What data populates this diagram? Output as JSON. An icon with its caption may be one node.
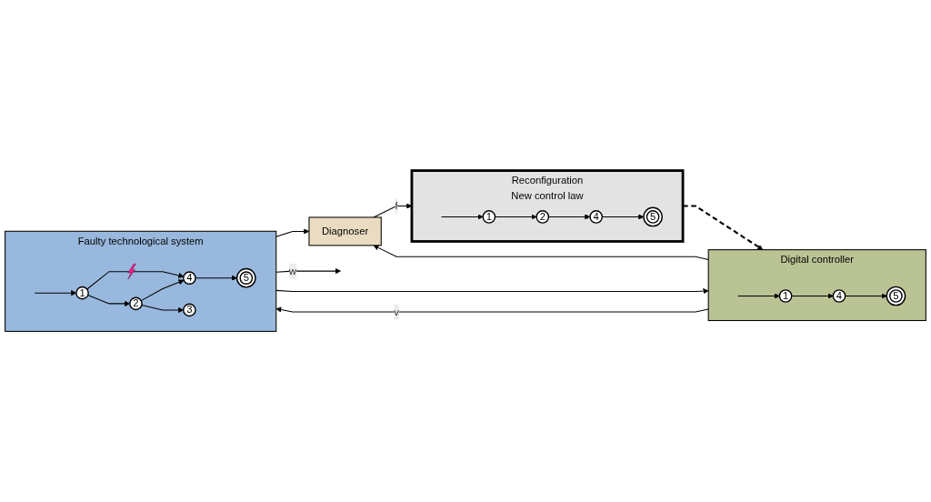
{
  "diagram": {
    "nodes": [
      {
        "text": [
          "Reconfiguration",
          "New control law"
        ]
      },
      {
        "text": [
          "1"
        ],
        "in": 0
      },
      {
        "text": [
          "2"
        ],
        "in": 0
      },
      {
        "text": [
          "4"
        ],
        "in": 0
      },
      {
        "text": [
          "5"
        ],
        "in": 0
      },
      {
        "text": [
          "Diagnoser"
        ]
      },
      {
        "text": [
          "Digital controller"
        ]
      },
      {
        "text": [
          "1"
        ],
        "in": 6
      },
      {
        "text": [
          "4"
        ],
        "in": 6
      },
      {
        "text": [
          "5"
        ],
        "in": 6
      },
      {
        "text": [
          "Faulty technological system"
        ]
      },
      {
        "text": [
          "1"
        ],
        "in": 10
      },
      {
        "text": [
          "2"
        ],
        "in": 10
      },
      {
        "text": [
          "3"
        ],
        "in": 10
      },
      {
        "text": [
          "4"
        ],
        "in": 10
      },
      {
        "text": [
          "5"
        ],
        "in": 10
      }
    ],
    "edges": [
      {
        "from": null,
        "to": 1,
        "arrow": "to"
      },
      {
        "from": 1,
        "to": 2,
        "arrow": "to"
      },
      {
        "from": 2,
        "to": 3,
        "arrow": "to"
      },
      {
        "from": 3,
        "to": 4,
        "arrow": "to"
      },
      {
        "from": null,
        "to": 7,
        "arrow": "to"
      },
      {
        "from": 7,
        "to": 8,
        "arrow": "to"
      },
      {
        "from": 8,
        "to": 9,
        "arrow": "to"
      },
      {
        "from": null,
        "to": 11,
        "arrow": "to"
      },
      {
        "from": 11,
        "to": 12,
        "arrow": "to"
      },
      {
        "from": 11,
        "to": 14,
        "arrow": "to"
      },
      {
        "from": 12,
        "to": 13,
        "arrow": "to"
      },
      {
        "from": 12,
        "to": 14,
        "arrow": "to"
      },
      {
        "from": 14,
        "to": 15,
        "arrow": "to"
      },
      {
        "from": 0,
        "to": 6,
        "arrow": "to",
        "style": "dashed"
      },
      {
        "from": 6,
        "to": 5,
        "arrow": "to"
      },
      {
        "from": 6,
        "to": 10,
        "arrow": "to",
        "label": "v"
      },
      {
        "from": 10,
        "to": 5,
        "arrow": "to"
      },
      {
        "from": 10,
        "to": null,
        "arrow": "to",
        "label": "w"
      },
      {
        "from": 10,
        "to": 6,
        "arrow": "to"
      },
      {
        "from": 5,
        "to": 0,
        "arrow": "to",
        "label": "f"
      }
    ]
  }
}
